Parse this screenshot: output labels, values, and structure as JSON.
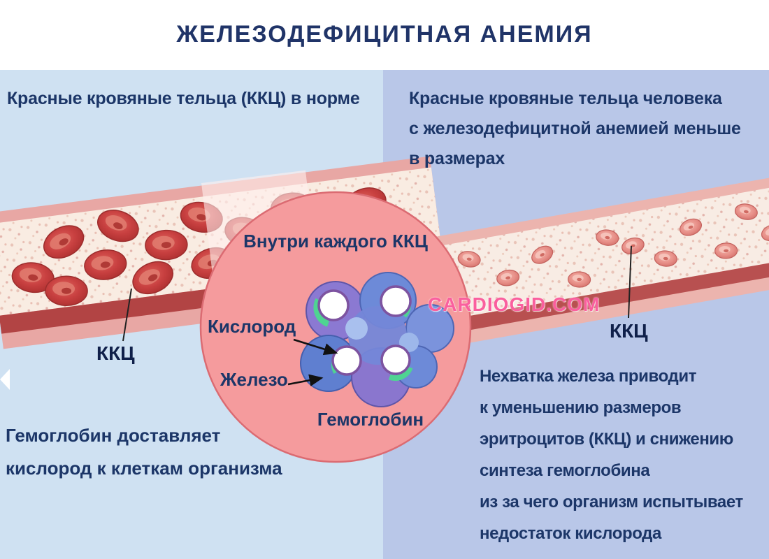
{
  "title": "ЖЕЛЕЗОДЕФИЦИТНАЯ АНЕМИЯ",
  "watermark": "CARDIOGID.COM",
  "left_panel": {
    "caption": "Красные кровяные тельца (ККЦ) в норме",
    "vessel_label": "ККЦ",
    "description": "Гемоглобин доставляет\nкислород к клеткам организма"
  },
  "right_panel": {
    "caption": "Красные кровяные тельца человека\nс железодефицитной анемией меньше\nв размерах",
    "vessel_label": "ККЦ",
    "description": "Нехватка железа приводит\nк уменьшению размеров\nэритроцитов (ККЦ) и снижению\nсинтеза гемоглобина\nиз за чего организм испытывает\nнедостаток кислорода"
  },
  "magnifier": {
    "title": "Внутри каждого ККЦ",
    "oxygen_label": "Кислород",
    "iron_label": "Железо",
    "hemoglobin_label": "Гемоглобин"
  },
  "colors": {
    "heading_navy": "#1c3668",
    "left_background": "#cfe1f2",
    "right_background": "#b9c7e8",
    "magnifier_fill": "#f59b9d",
    "normal_rbc_red": "#c13f3c",
    "anemic_rbc_pink": "#e78f88",
    "watermark_pink": "#fa5f9e"
  }
}
